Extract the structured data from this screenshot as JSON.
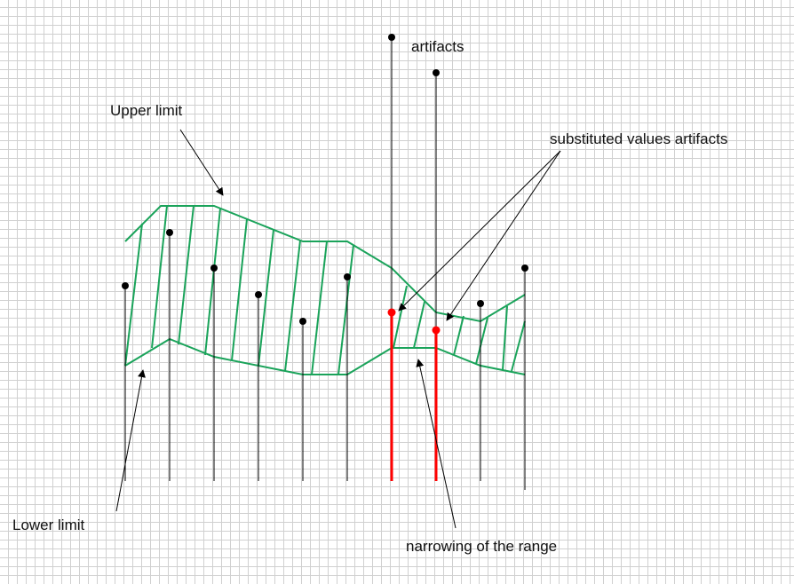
{
  "labels": {
    "artifacts": "artifacts",
    "upper_limit": "Upper limit",
    "substituted": "substituted values artifacts",
    "lower_limit": "Lower limit",
    "narrowing": "narrowing of the range"
  },
  "colors": {
    "band": "#1aa35a",
    "stem": "#000000",
    "artifact_stem": "#ff0000",
    "point": "#000000",
    "substituted_point": "#ff0000"
  }
}
